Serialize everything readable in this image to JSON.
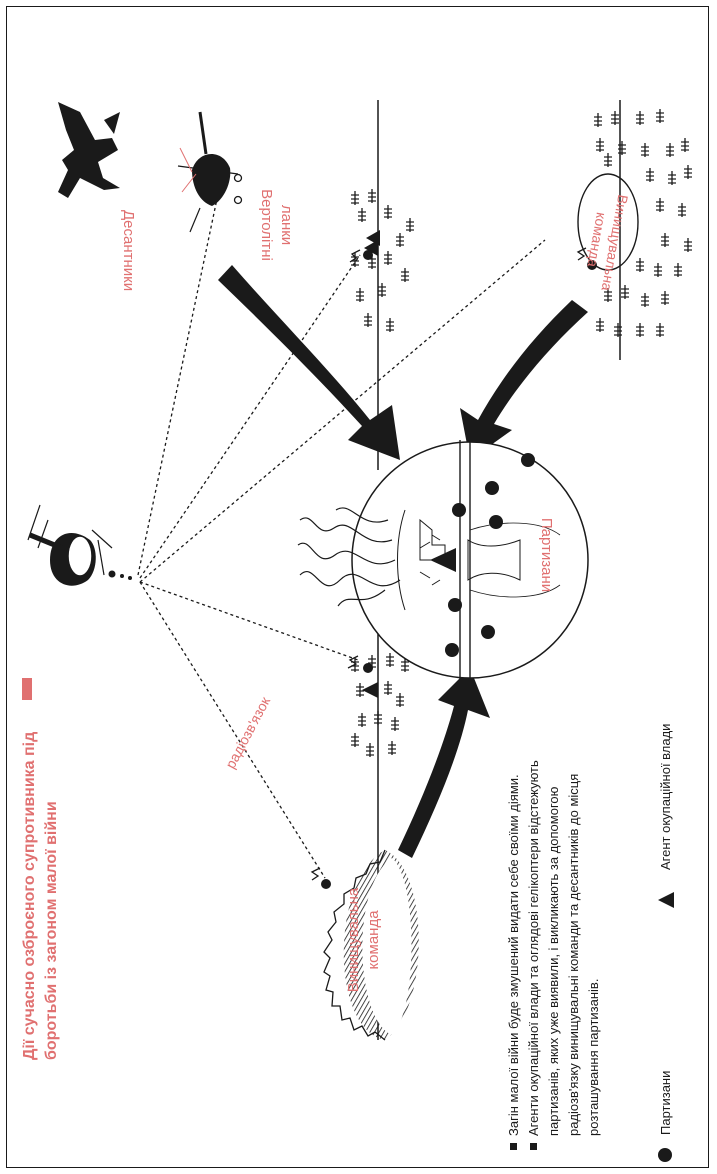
{
  "title": {
    "line1": "Дії сучасно озброєного супротивника під",
    "line2": "боротьби із загоном малої війни"
  },
  "labels": {
    "paratroopers": "Десантники",
    "helicopter_line1": "Вертолітні",
    "helicopter_line2": "ланки",
    "partisans": "Партизани",
    "radio": "радіозв'язок",
    "squad_left_line1": "Винищувальна",
    "squad_left_line2": "команда",
    "squad_right_line1": "Винищувальна",
    "squad_right_line2": "команда"
  },
  "notes": [
    "Загін малої війни буде змушений видати себе своїми діями.",
    "Агенти окупаційної влади та оглядові гелікоптери відстежують",
    "партизанів, яких уже виявили, і викликають за допомогою",
    "радіозв'язку винищувальні команди та десантників до місця",
    "розташування партизанів."
  ],
  "legend": {
    "partisans": "Партизани",
    "agent": "Агент окупаційної влади"
  },
  "colors": {
    "accent": "#e07070",
    "ink": "#1a1a1a"
  }
}
